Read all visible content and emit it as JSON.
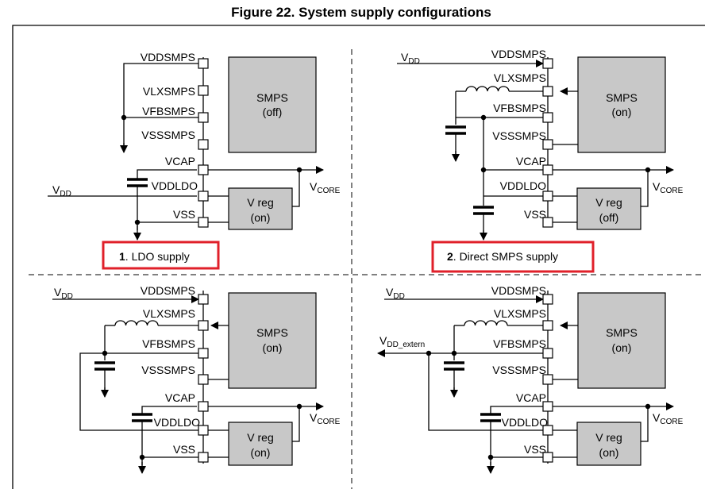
{
  "figure_title": "Figure 22. System supply configurations",
  "pins": {
    "vddsmps": "VDDSMPS",
    "vlxsmps": "VLXSMPS",
    "vfbsmps": "VFBSMPS",
    "vsssmps": "VSSSMPS",
    "vcap": "VCAP",
    "vddldo": "VDDLDO",
    "vss": "VSS"
  },
  "supply": {
    "vdd_main": "V",
    "vdd_sub": "DD",
    "vcore_main": "V",
    "vcore_sub": "CORE",
    "vext_main": "V",
    "vext_sub": "DD_extern"
  },
  "panels": [
    {
      "smps_name": "SMPS",
      "smps_state": "(off)",
      "vreg_name": "V reg",
      "vreg_state": "(on)",
      "caption_num": "1",
      "caption_text": ". LDO supply",
      "highlighted": true
    },
    {
      "smps_name": "SMPS",
      "smps_state": "(on)",
      "vreg_name": "V reg",
      "vreg_state": "(off)",
      "caption_num": "2",
      "caption_text": ". Direct SMPS supply",
      "highlighted": true
    },
    {
      "smps_name": "SMPS",
      "smps_state": "(on)",
      "vreg_name": "V reg",
      "vreg_state": "(on)",
      "caption_num": "",
      "caption_text": "",
      "highlighted": false
    },
    {
      "smps_name": "SMPS",
      "smps_state": "(on)",
      "vreg_name": "V reg",
      "vreg_state": "(on)",
      "caption_num": "",
      "caption_text": "",
      "highlighted": false
    }
  ],
  "colors": {
    "block_fill": "#c8c8c8",
    "highlight": "#e0202a"
  }
}
